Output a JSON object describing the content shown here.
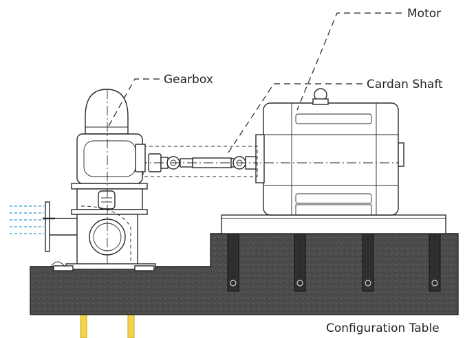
{
  "labels": {
    "motor": "Motor",
    "cardan_shaft": "Cardan Shaft",
    "gearbox": "Gearbox",
    "configuration_table": "Configuration Table"
  },
  "colors": {
    "concrete": "#4a4a4a",
    "concrete_speckle": "#6e6e6e",
    "anchor_pit": "#2f2f2f",
    "support_legs": "#f2d54a",
    "water_flow": "#4aa8d8",
    "line": "#2a2a2a"
  },
  "components": [
    "motor-icon",
    "gearbox-icon",
    "cardan-shaft-icon",
    "concrete-base-icon",
    "anchor-bolt-icon",
    "discharge-flange-icon",
    "water-flow-icon",
    "support-leg-icon"
  ]
}
